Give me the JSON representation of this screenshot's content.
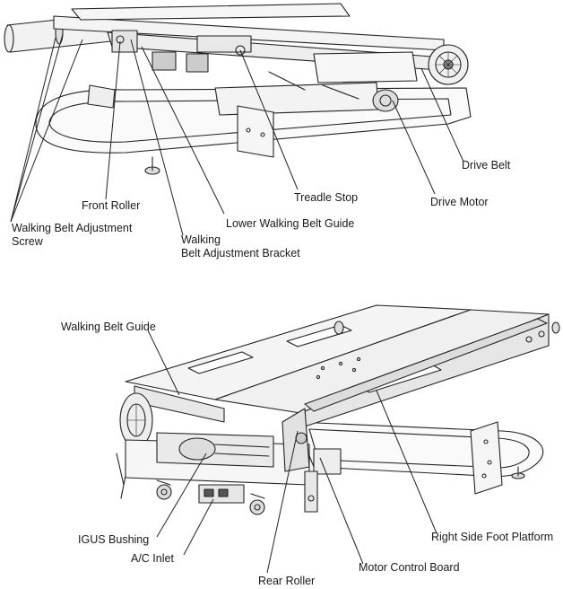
{
  "top_figure": {
    "labels": {
      "front_roller": "Front Roller",
      "walking_belt_adjustment_screw": "Walking Belt Adjustment\nScrew",
      "walking_belt_adjustment_bracket": "Walking\nBelt Adjustment Bracket",
      "lower_walking_belt_guide": "Lower Walking Belt Guide",
      "treadle_stop": "Treadle Stop",
      "drive_motor": "Drive Motor",
      "drive_belt": "Drive Belt"
    }
  },
  "bottom_figure": {
    "labels": {
      "walking_belt_guide": "Walking Belt Guide",
      "igus_bushing": "IGUS Bushing",
      "ac_inlet": "A/C Inlet",
      "rear_roller": "Rear Roller",
      "motor_control_board": "Motor Control Board",
      "right_side_foot_platform": "Right Side Foot Platform"
    }
  }
}
